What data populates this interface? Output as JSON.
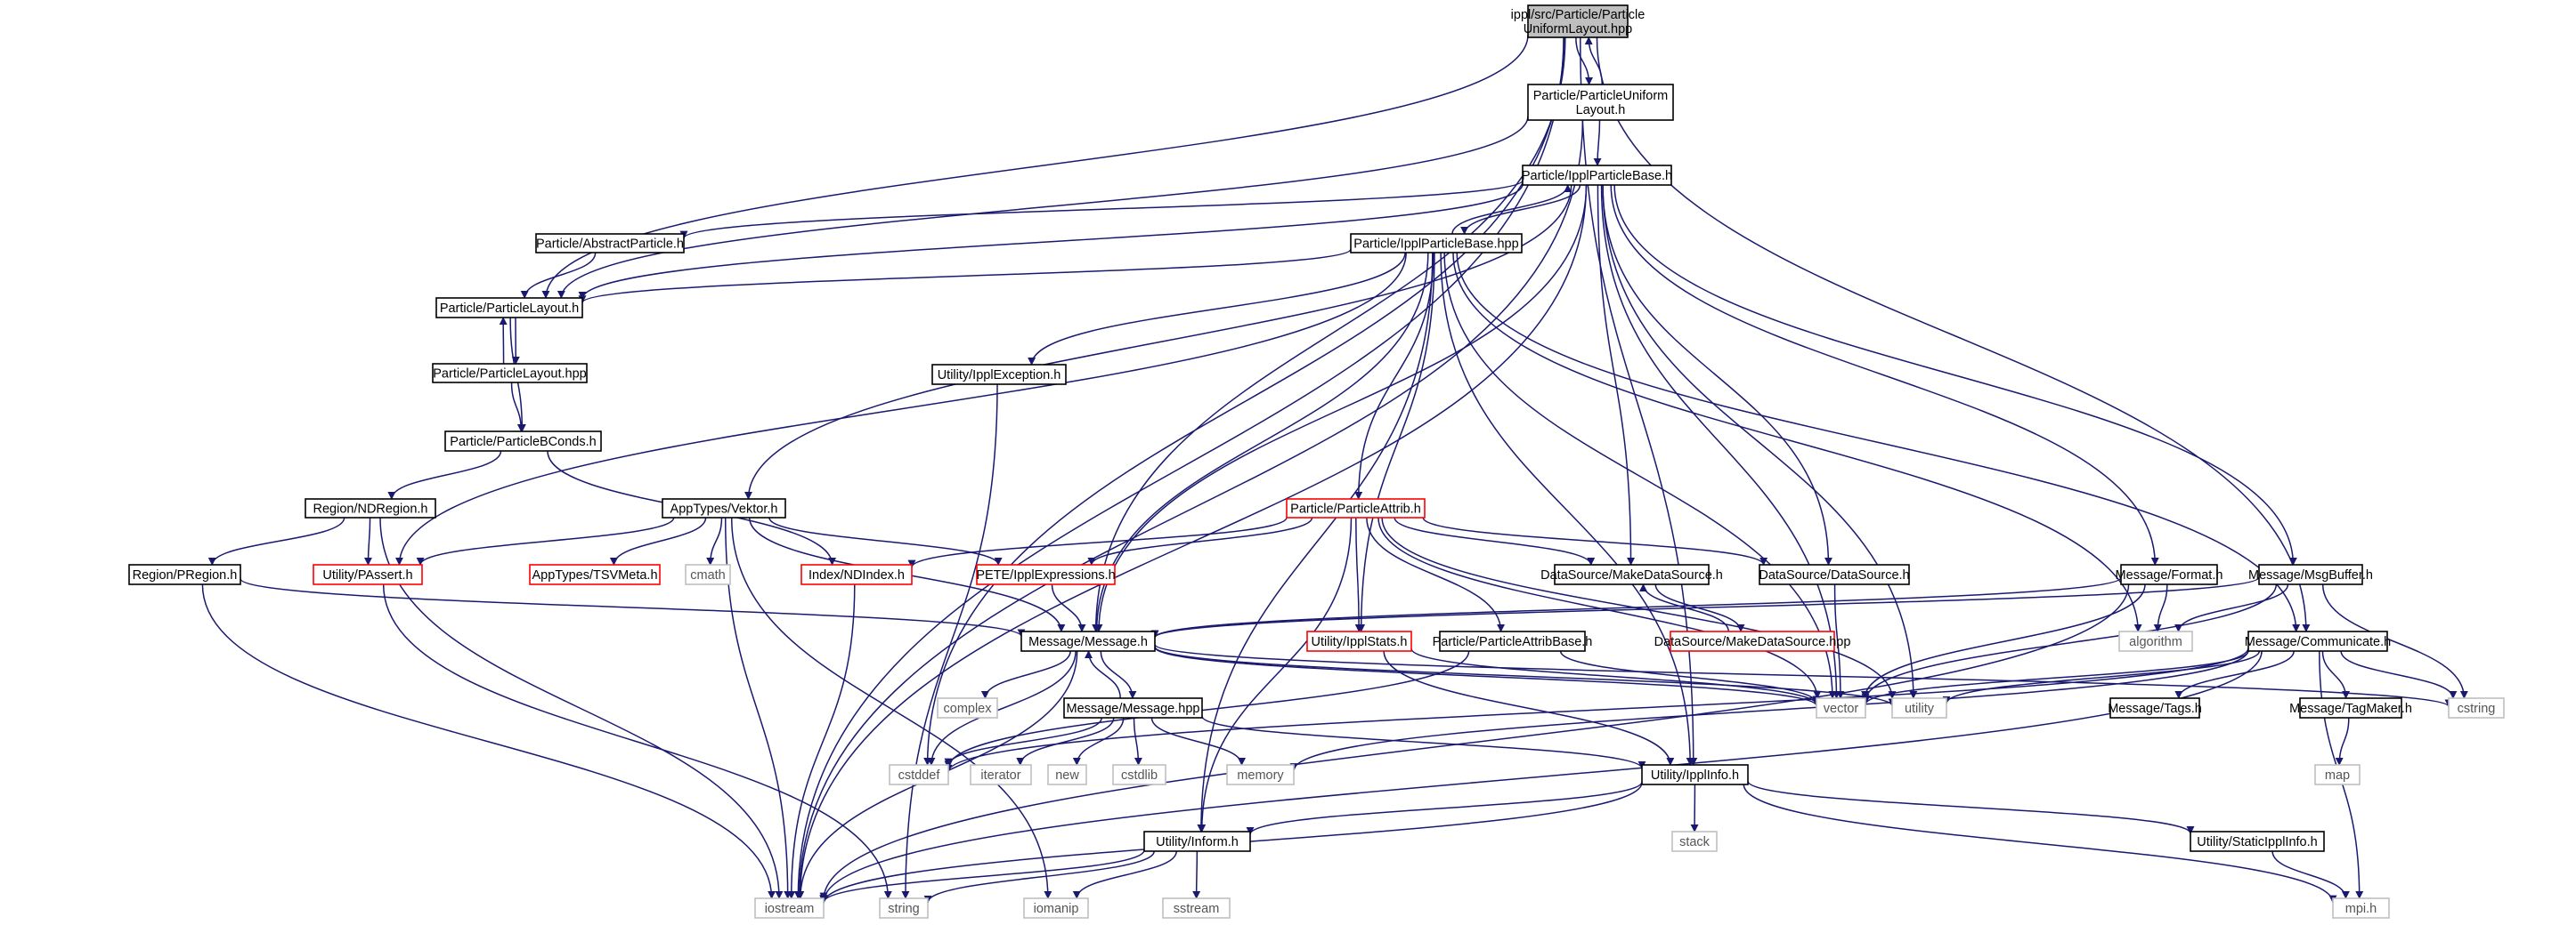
{
  "graph": {
    "nodes": [
      {
        "id": "root",
        "lines": [
          "ippl/src/Particle/Particle",
          "UniformLayout.hpp"
        ],
        "kind": "root"
      },
      {
        "id": "pul_h",
        "lines": [
          "Particle/ParticleUniform",
          "Layout.h"
        ],
        "kind": "normal"
      },
      {
        "id": "ippb_h",
        "lines": [
          "Particle/IpplParticleBase.h"
        ],
        "kind": "normal"
      },
      {
        "id": "abstract",
        "lines": [
          "Particle/AbstractParticle.h"
        ],
        "kind": "normal"
      },
      {
        "id": "ippb_hpp",
        "lines": [
          "Particle/IpplParticleBase.hpp"
        ],
        "kind": "normal"
      },
      {
        "id": "plh",
        "lines": [
          "Particle/ParticleLayout.h"
        ],
        "kind": "normal"
      },
      {
        "id": "plhpp",
        "lines": [
          "Particle/ParticleLayout.hpp"
        ],
        "kind": "normal"
      },
      {
        "id": "pbc",
        "lines": [
          "Particle/ParticleBConds.h"
        ],
        "kind": "normal"
      },
      {
        "id": "exc",
        "lines": [
          "Utility/IpplException.h"
        ],
        "kind": "normal"
      },
      {
        "id": "ndregion",
        "lines": [
          "Region/NDRegion.h"
        ],
        "kind": "normal"
      },
      {
        "id": "vektor",
        "lines": [
          "AppTypes/Vektor.h"
        ],
        "kind": "normal"
      },
      {
        "id": "pattrib",
        "lines": [
          "Particle/ParticleAttrib.h"
        ],
        "kind": "red"
      },
      {
        "id": "pregion",
        "lines": [
          "Region/PRegion.h"
        ],
        "kind": "normal"
      },
      {
        "id": "passert",
        "lines": [
          "Utility/PAssert.h"
        ],
        "kind": "red"
      },
      {
        "id": "tsvmeta",
        "lines": [
          "AppTypes/TSVMeta.h"
        ],
        "kind": "red"
      },
      {
        "id": "cmath",
        "lines": [
          "cmath"
        ],
        "kind": "system"
      },
      {
        "id": "ndindex",
        "lines": [
          "Index/NDIndex.h"
        ],
        "kind": "red"
      },
      {
        "id": "pete",
        "lines": [
          "PETE/IpplExpressions.h"
        ],
        "kind": "red"
      },
      {
        "id": "mds_h",
        "lines": [
          "DataSource/MakeDataSource.h"
        ],
        "kind": "normal"
      },
      {
        "id": "ds_h",
        "lines": [
          "DataSource/DataSource.h"
        ],
        "kind": "normal"
      },
      {
        "id": "format",
        "lines": [
          "Message/Format.h"
        ],
        "kind": "normal"
      },
      {
        "id": "msgbuf",
        "lines": [
          "Message/MsgBuffer.h"
        ],
        "kind": "normal"
      },
      {
        "id": "ipplstats",
        "lines": [
          "Utility/IpplStats.h"
        ],
        "kind": "red"
      },
      {
        "id": "mds_hpp",
        "lines": [
          "DataSource/MakeDataSource.hpp"
        ],
        "kind": "red"
      },
      {
        "id": "message_h",
        "lines": [
          "Message/Message.h"
        ],
        "kind": "normal"
      },
      {
        "id": "pab",
        "lines": [
          "Particle/ParticleAttribBase.h"
        ],
        "kind": "normal"
      },
      {
        "id": "algorithm",
        "lines": [
          "algorithm"
        ],
        "kind": "system"
      },
      {
        "id": "communicate",
        "lines": [
          "Message/Communicate.h"
        ],
        "kind": "normal"
      },
      {
        "id": "complex",
        "lines": [
          "complex"
        ],
        "kind": "system"
      },
      {
        "id": "message_hpp",
        "lines": [
          "Message/Message.hpp"
        ],
        "kind": "normal"
      },
      {
        "id": "vector",
        "lines": [
          "vector"
        ],
        "kind": "system"
      },
      {
        "id": "utility",
        "lines": [
          "utility"
        ],
        "kind": "system"
      },
      {
        "id": "cstring",
        "lines": [
          "cstring"
        ],
        "kind": "system"
      },
      {
        "id": "tags",
        "lines": [
          "Message/Tags.h"
        ],
        "kind": "normal"
      },
      {
        "id": "tagmaker",
        "lines": [
          "Message/TagMaker.h"
        ],
        "kind": "normal"
      },
      {
        "id": "cstddef",
        "lines": [
          "cstddef"
        ],
        "kind": "system"
      },
      {
        "id": "iterator",
        "lines": [
          "iterator"
        ],
        "kind": "system"
      },
      {
        "id": "new",
        "lines": [
          "new"
        ],
        "kind": "system"
      },
      {
        "id": "cstdlib",
        "lines": [
          "cstdlib"
        ],
        "kind": "system"
      },
      {
        "id": "memory",
        "lines": [
          "memory"
        ],
        "kind": "system"
      },
      {
        "id": "map",
        "lines": [
          "map"
        ],
        "kind": "system"
      },
      {
        "id": "ipplinfo",
        "lines": [
          "Utility/IpplInfo.h"
        ],
        "kind": "normal"
      },
      {
        "id": "stack",
        "lines": [
          "stack"
        ],
        "kind": "system"
      },
      {
        "id": "inform",
        "lines": [
          "Utility/Inform.h"
        ],
        "kind": "normal"
      },
      {
        "id": "staticippl",
        "lines": [
          "Utility/StaticIpplInfo.h"
        ],
        "kind": "normal"
      },
      {
        "id": "iostream",
        "lines": [
          "iostream"
        ],
        "kind": "system"
      },
      {
        "id": "string",
        "lines": [
          "string"
        ],
        "kind": "system"
      },
      {
        "id": "iomanip",
        "lines": [
          "iomanip"
        ],
        "kind": "system"
      },
      {
        "id": "sstream",
        "lines": [
          "sstream"
        ],
        "kind": "system"
      },
      {
        "id": "mpi",
        "lines": [
          "mpi.h"
        ],
        "kind": "system"
      }
    ],
    "edges": [
      [
        "root",
        "pul_h"
      ],
      [
        "pul_h",
        "root"
      ],
      [
        "root",
        "plh"
      ],
      [
        "root",
        "message_h"
      ],
      [
        "root",
        "cstddef"
      ],
      [
        "root",
        "iostream"
      ],
      [
        "root",
        "communicate"
      ],
      [
        "root",
        "ipplinfo"
      ],
      [
        "pul_h",
        "ippb_h"
      ],
      [
        "pul_h",
        "plh"
      ],
      [
        "pul_h",
        "iostream"
      ],
      [
        "ippb_h",
        "abstract"
      ],
      [
        "ippb_h",
        "ippb_hpp"
      ],
      [
        "ippb_hpp",
        "ippb_h"
      ],
      [
        "ippb_h",
        "plh"
      ],
      [
        "ippb_h",
        "vektor"
      ],
      [
        "ippb_h",
        "mds_h"
      ],
      [
        "ippb_h",
        "ds_h"
      ],
      [
        "ippb_h",
        "format"
      ],
      [
        "ippb_h",
        "msgbuf"
      ],
      [
        "ippb_h",
        "message_h"
      ],
      [
        "ippb_h",
        "vector"
      ],
      [
        "ippb_h",
        "utility"
      ],
      [
        "ippb_h",
        "iostream"
      ],
      [
        "abstract",
        "plh"
      ],
      [
        "ippb_hpp",
        "plh"
      ],
      [
        "ippb_hpp",
        "exc"
      ],
      [
        "ippb_hpp",
        "passert"
      ],
      [
        "ippb_hpp",
        "message_h"
      ],
      [
        "ippb_hpp",
        "pattrib"
      ],
      [
        "ippb_hpp",
        "ipplstats"
      ],
      [
        "ippb_hpp",
        "inform"
      ],
      [
        "ippb_hpp",
        "ipplinfo"
      ],
      [
        "ippb_hpp",
        "communicate"
      ],
      [
        "ippb_hpp",
        "algorithm"
      ],
      [
        "ippb_hpp",
        "vector"
      ],
      [
        "plh",
        "plhpp"
      ],
      [
        "plhpp",
        "plh"
      ],
      [
        "plh",
        "pbc"
      ],
      [
        "plhpp",
        "pbc"
      ],
      [
        "pbc",
        "ndregion"
      ],
      [
        "pbc",
        "ndindex"
      ],
      [
        "exc",
        "string"
      ],
      [
        "ndregion",
        "pregion"
      ],
      [
        "ndregion",
        "passert"
      ],
      [
        "ndregion",
        "iostream"
      ],
      [
        "pregion",
        "message_h"
      ],
      [
        "pregion",
        "iostream"
      ],
      [
        "vektor",
        "passert"
      ],
      [
        "vektor",
        "tsvmeta"
      ],
      [
        "vektor",
        "cmath"
      ],
      [
        "vektor",
        "pete"
      ],
      [
        "vektor",
        "message_h"
      ],
      [
        "vektor",
        "iostream"
      ],
      [
        "vektor",
        "iomanip"
      ],
      [
        "pattrib",
        "ndindex"
      ],
      [
        "pattrib",
        "pete"
      ],
      [
        "pattrib",
        "ipplstats"
      ],
      [
        "pattrib",
        "mds_h"
      ],
      [
        "pattrib",
        "ds_h"
      ],
      [
        "pattrib",
        "pab"
      ],
      [
        "pattrib",
        "inform"
      ],
      [
        "pattrib",
        "vector"
      ],
      [
        "pattrib",
        "utility"
      ],
      [
        "passert",
        "string"
      ],
      [
        "ndindex",
        "iostream"
      ],
      [
        "pete",
        "message_h"
      ],
      [
        "mds_h",
        "mds_hpp"
      ],
      [
        "mds_hpp",
        "mds_h"
      ],
      [
        "ds_h",
        "vector"
      ],
      [
        "format",
        "message_h"
      ],
      [
        "format",
        "algorithm"
      ],
      [
        "format",
        "vector"
      ],
      [
        "format",
        "iostream"
      ],
      [
        "msgbuf",
        "message_h"
      ],
      [
        "msgbuf",
        "algorithm"
      ],
      [
        "msgbuf",
        "cstring"
      ],
      [
        "msgbuf",
        "vector"
      ],
      [
        "ipplstats",
        "vector"
      ],
      [
        "ipplstats",
        "ipplinfo"
      ],
      [
        "message_h",
        "complex"
      ],
      [
        "message_h",
        "message_hpp"
      ],
      [
        "message_hpp",
        "message_h"
      ],
      [
        "message_h",
        "cstddef"
      ],
      [
        "message_h",
        "vector"
      ],
      [
        "message_h",
        "utility"
      ],
      [
        "message_h",
        "cstring"
      ],
      [
        "message_h",
        "iostream"
      ],
      [
        "message_hpp",
        "cstddef"
      ],
      [
        "message_hpp",
        "iterator"
      ],
      [
        "message_hpp",
        "new"
      ],
      [
        "message_hpp",
        "cstdlib"
      ],
      [
        "message_hpp",
        "memory"
      ],
      [
        "message_hpp",
        "ipplinfo"
      ],
      [
        "pab",
        "cstddef"
      ],
      [
        "pab",
        "vector"
      ],
      [
        "communicate",
        "vector"
      ],
      [
        "communicate",
        "utility"
      ],
      [
        "communicate",
        "cstring"
      ],
      [
        "communicate",
        "tags"
      ],
      [
        "communicate",
        "tagmaker"
      ],
      [
        "communicate",
        "iostream"
      ],
      [
        "communicate",
        "mpi"
      ],
      [
        "communicate",
        "cstddef"
      ],
      [
        "communicate",
        "memory"
      ],
      [
        "tagmaker",
        "map"
      ],
      [
        "ipplinfo",
        "stack"
      ],
      [
        "ipplinfo",
        "inform"
      ],
      [
        "ipplinfo",
        "staticippl"
      ],
      [
        "ipplinfo",
        "mpi"
      ],
      [
        "ipplinfo",
        "iostream"
      ],
      [
        "inform",
        "iostream"
      ],
      [
        "inform",
        "string"
      ],
      [
        "inform",
        "iomanip"
      ],
      [
        "inform",
        "sstream"
      ],
      [
        "staticippl",
        "mpi"
      ]
    ]
  },
  "colors": {
    "edge": "#191970",
    "root_fill": "#bfbfbf",
    "normal_border": "#000000",
    "red_border": "#ff0000",
    "system_border": "#bfbfbf",
    "system_text": "#555555",
    "text": "#000000",
    "background": "#ffffff"
  }
}
